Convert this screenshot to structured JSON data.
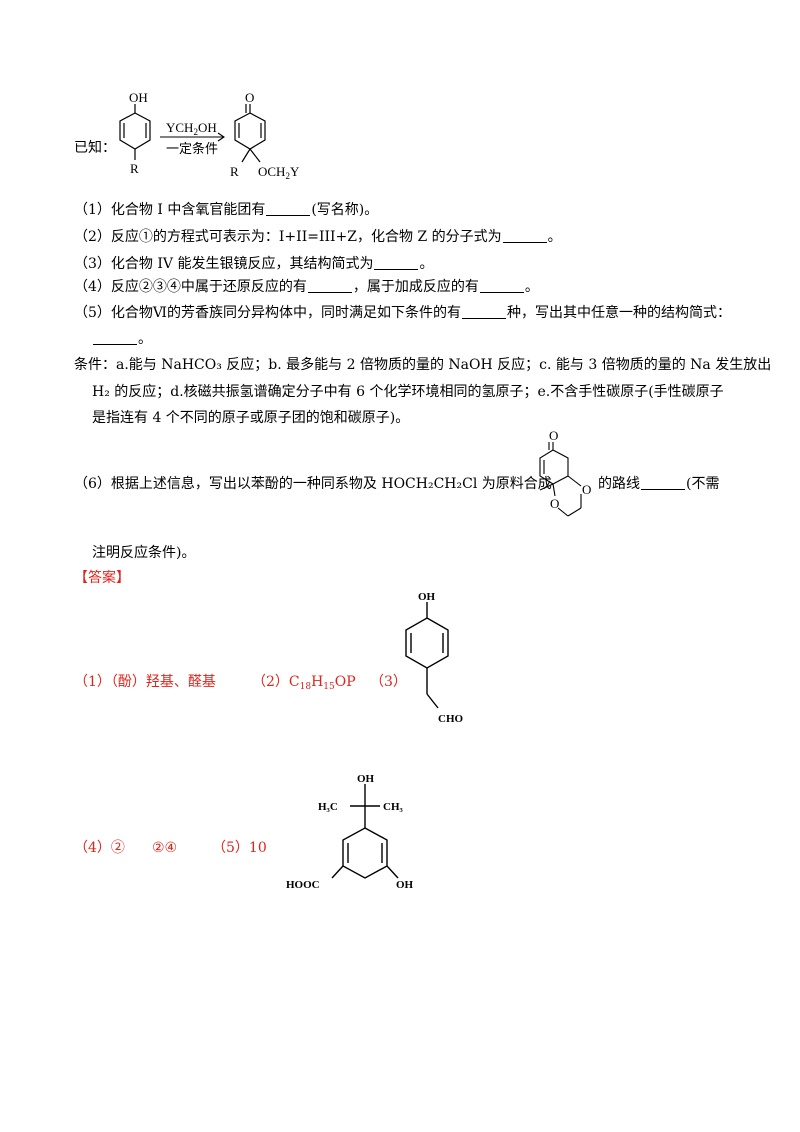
{
  "known": {
    "label": "已知：",
    "reactant_oh": "OH",
    "reactant_r": "R",
    "reagent": "YCH",
    "reagent_sub": "2",
    "reagent_end": "OH",
    "condition": "一定条件",
    "product_o": "O",
    "product_r": "R",
    "product_och": "OCH",
    "product_sub": "2",
    "product_y": "Y"
  },
  "questions": {
    "q1_a": "（1）化合物 I 中含氧官能团有",
    "q1_b": "(写名称)。",
    "q2_a": "（2）反应①的方程式可表示为：I+II=III+Z，化合物 Z 的分子式为",
    "q2_b": "。",
    "q3_a": "（3）化合物 IV 能发生银镜反应，其结构简式为",
    "q3_b": "。",
    "q4_a": "（4）反应②③④中属于还原反应的有",
    "q4_b": "，属于加成反应的有",
    "q4_c": "。",
    "q5_a": "（5）化合物Ⅵ的芳香族同分异构体中，同时满足如下条件的有",
    "q5_b": "种，写出其中任意一种的结构简式：",
    "q5_c": "。",
    "cond_line1": "条件：a.能与 NaHCO₃ 反应；b. 最多能与 2 倍物质的量的 NaOH 反应；c. 能与 3 倍物质的量的 Na 发生放出",
    "cond_line2": "H₂ 的反应；d.核磁共振氢谱确定分子中有 6 个化学环境相同的氢原子；e.不含手性碳原子(手性碳原子",
    "cond_line3": "是指连有 4 个不同的原子或原子团的饱和碳原子)。",
    "q6_a": "（6）根据上述信息，写出以苯酚的一种同系物及 HOCH₂CH₂Cl 为原料合成",
    "q6_b": "的路线",
    "q6_c": "(不需",
    "q6_d": "注明反应条件)。",
    "q6_struct_o_top": "O",
    "q6_struct_o_right": "O",
    "q6_struct_o_left": "O"
  },
  "answer": {
    "header": "【答案】",
    "a1": "（1）（酚）羟基、醛基",
    "a2_pre": "（2）C",
    "a2_s1": "18",
    "a2_h": "H",
    "a2_s2": "15",
    "a2_post": "OP",
    "a3": "（3）",
    "a3_oh": "OH",
    "a3_cho": "CHO",
    "a4": "（4）②",
    "a4b": "②④",
    "a5": "（5）10",
    "a5_oh_top": "OH",
    "a5_h3c": "H₃C",
    "a5_ch3": "CH₃",
    "a5_hooc": "HOOC",
    "a5_oh_bottom": "OH"
  }
}
